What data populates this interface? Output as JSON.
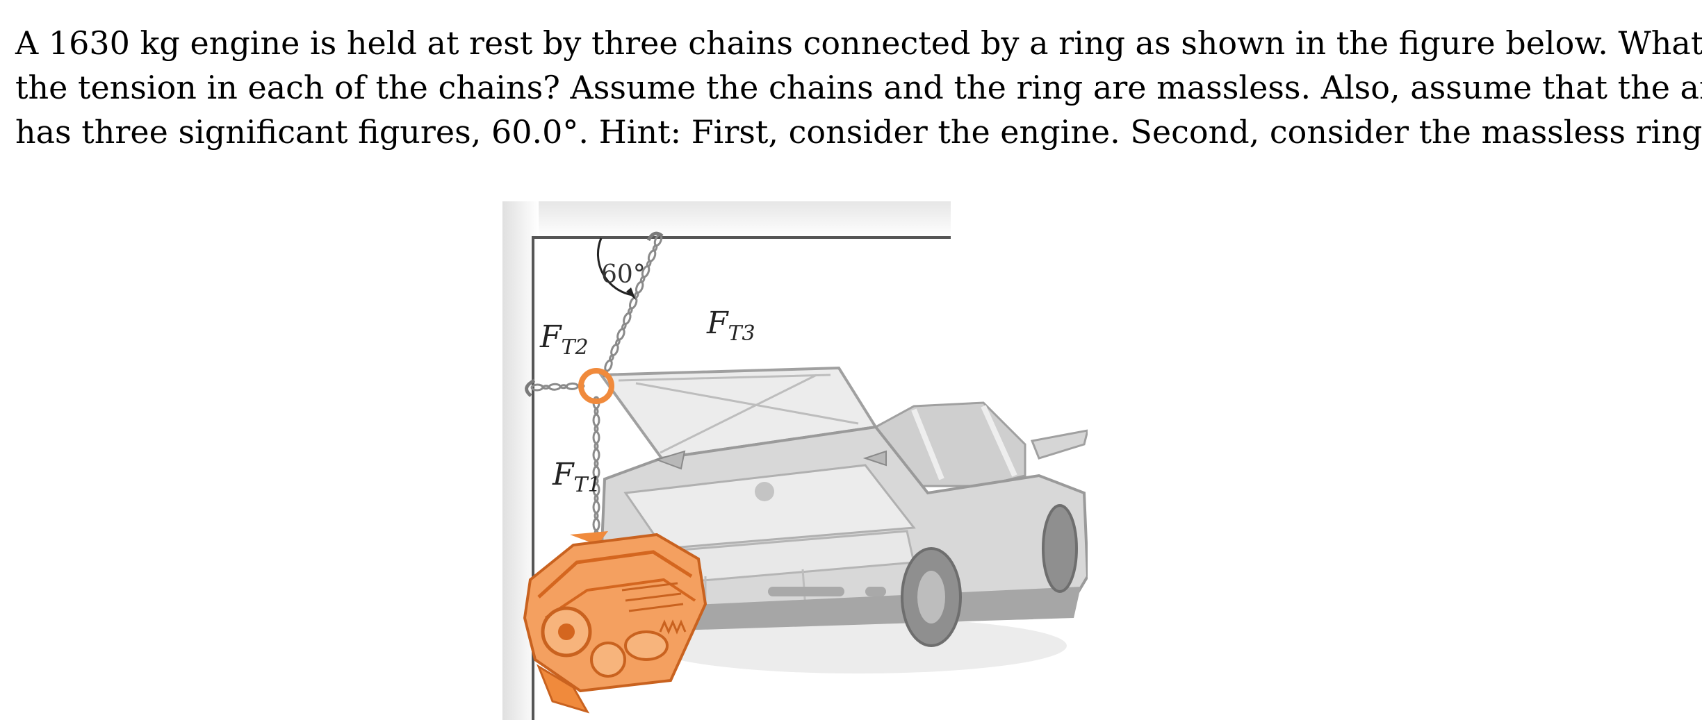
{
  "problem": {
    "line1": "A 1630 kg engine is held at rest by three chains connected by a ring as shown in the figure below.  What is",
    "line2": "the tension in each of the chains? Assume the chains and the ring are massless.  Also, assume that the angle",
    "line3": "has three significant figures, 60.0°. Hint:  First, consider the engine. Second, consider the massless ring."
  },
  "figure": {
    "angle_label": "60°",
    "ft1": {
      "symbol": "F",
      "subscript": "T1"
    },
    "ft2": {
      "symbol": "F",
      "subscript": "T2"
    },
    "ft3": {
      "symbol": "F",
      "subscript": "T3"
    },
    "colors": {
      "engine": "#f08a3c",
      "engine_dark": "#d4661f",
      "ring": "#f08a3c",
      "chain": "#8a8a8a",
      "car_body": "#d8d8d8",
      "car_dark": "#9a9a9a",
      "wall": "#c8c8c8"
    }
  }
}
